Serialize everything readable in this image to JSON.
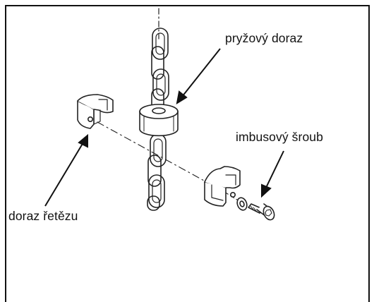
{
  "labels": {
    "rubber_stop": "pryžový doraz",
    "hex_screw": "imbusový šroub",
    "chain_stop": "doraz řetězu"
  },
  "colors": {
    "line": "#222222",
    "frame": "#111111",
    "background": "#ffffff"
  }
}
